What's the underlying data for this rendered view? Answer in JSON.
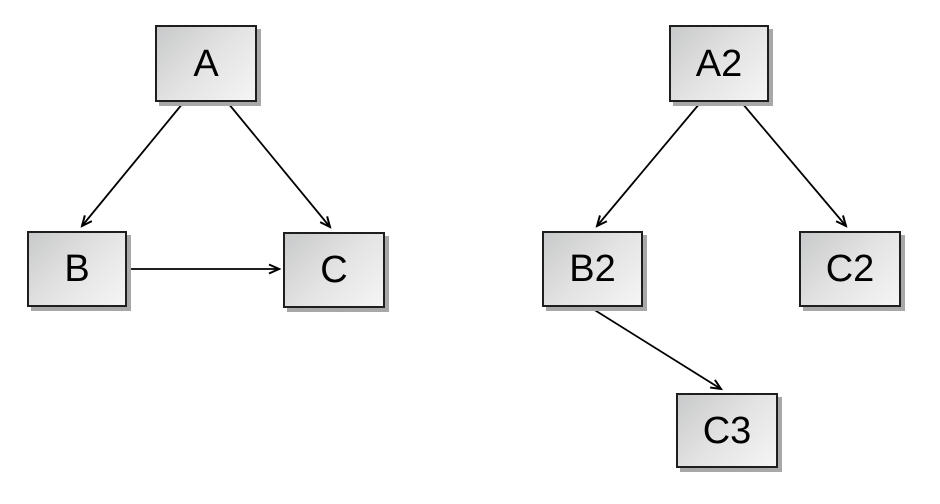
{
  "diagrams": {
    "left": {
      "nodes": [
        {
          "id": "A",
          "label": "A"
        },
        {
          "id": "B",
          "label": "B"
        },
        {
          "id": "C",
          "label": "C"
        }
      ],
      "edges": [
        {
          "from": "A",
          "to": "B"
        },
        {
          "from": "A",
          "to": "C"
        },
        {
          "from": "B",
          "to": "C"
        }
      ]
    },
    "right": {
      "nodes": [
        {
          "id": "A2",
          "label": "A2"
        },
        {
          "id": "B2",
          "label": "B2"
        },
        {
          "id": "C2",
          "label": "C2"
        },
        {
          "id": "C3",
          "label": "C3"
        }
      ],
      "edges": [
        {
          "from": "A2",
          "to": "B2"
        },
        {
          "from": "A2",
          "to": "C2"
        },
        {
          "from": "B2",
          "to": "C3"
        }
      ]
    }
  },
  "colors": {
    "background": "#ffffff",
    "node_border": "#1e1e1e",
    "node_fill_start": "#c8c9ca",
    "node_fill_end": "#f6f5f6",
    "node_shadow": "#a8a8a8",
    "edge_stroke": "#000000",
    "label_text": "#000000"
  }
}
